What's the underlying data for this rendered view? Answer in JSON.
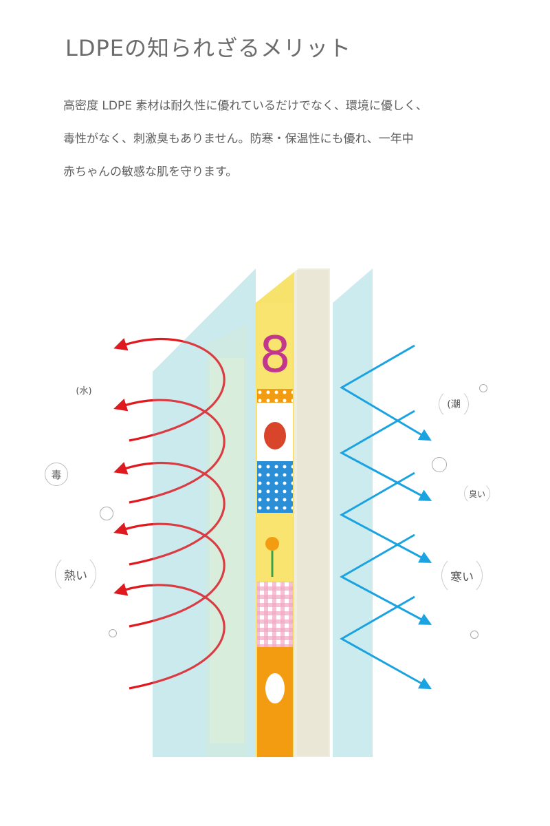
{
  "title": "LDPEの知られざるメリット",
  "description": [
    "高密度 LDPE 素材は耐久性に優れているだけでなく、環境に優しく、",
    "毒性がなく、刺激臭もありません。防寒・保温性にも優れ、一年中",
    "赤ちゃんの敏感な肌を守ります。"
  ],
  "labels_left": [
    "(水)",
    "毒",
    "熱い"
  ],
  "labels_right": [
    "(潮",
    "臭い",
    "寒い"
  ],
  "mat_tiles": [
    "8"
  ],
  "colors": {
    "heat_arrows": "#e0191f",
    "cold_arrows": "#1aa3e0",
    "film": "#bfe6ea",
    "foam": "#efece0"
  }
}
